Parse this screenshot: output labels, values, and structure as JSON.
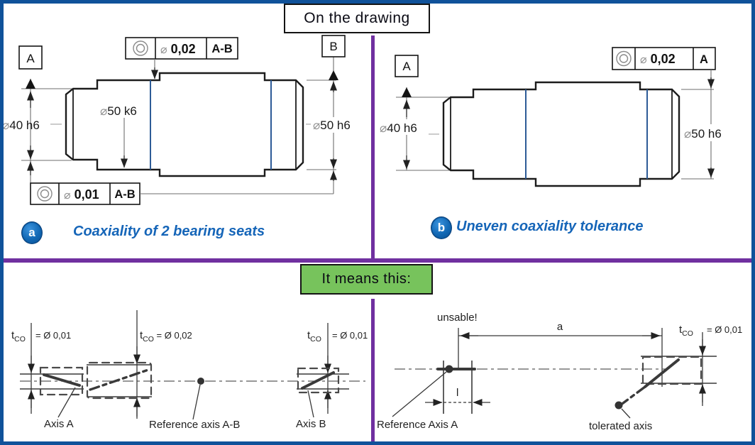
{
  "colors": {
    "frame_border": "#10529A",
    "divider_purple": "#7030A0",
    "caption_blue": "#1565B8",
    "badge_blue": "#0F62AD",
    "green_fill": "#77C35C",
    "seat_line_blue": "#2D5B97"
  },
  "header": {
    "title": "On the drawing"
  },
  "meaning": {
    "title": "It means this:"
  },
  "panel_a": {
    "badge": "a",
    "caption": "Coaxiality of 2 bearing seats",
    "datum_a": "A",
    "datum_b": "B",
    "fcf_top": {
      "dia": "⌀",
      "value": "0,02",
      "datum": "A-B"
    },
    "fcf_bottom": {
      "dia": "⌀",
      "value": "0,01",
      "datum": "A-B"
    },
    "dim_left": {
      "dia": "⌀",
      "text": "40 h6"
    },
    "dim_mid": {
      "dia": "⌀",
      "text": "50 k6"
    },
    "dim_right": {
      "dia": "⌀",
      "text": "50 h6"
    }
  },
  "panel_b": {
    "badge": "b",
    "caption": "Uneven coaxiality tolerance",
    "datum_a": "A",
    "fcf": {
      "dia": "⌀",
      "value": "0,02",
      "datum": "A"
    },
    "dim_left": {
      "dia": "⌀",
      "text": "40 h6"
    },
    "dim_right": {
      "dia": "⌀",
      "text": "50 h6"
    }
  },
  "panel_c": {
    "tol_left": {
      "t": "t",
      "sub": "CO",
      "eq": "= Ø 0,01"
    },
    "tol_mid": {
      "t": "t",
      "sub": "CO",
      "eq": " = Ø 0,02"
    },
    "tol_right": {
      "t": "t",
      "sub": "CO",
      "eq": "= Ø 0,01"
    },
    "axis_a": "Axis A",
    "axis_b": "Axis B",
    "ref_axis": "Reference axis A-B"
  },
  "panel_d": {
    "note": "unsable!",
    "dim_a": "a",
    "dim_l": "l",
    "ref_axis": "Reference Axis A",
    "tol": {
      "t": "t",
      "sub": "CO",
      "eq": "= Ø 0,01"
    },
    "tolerated_axis": "tolerated axis"
  }
}
